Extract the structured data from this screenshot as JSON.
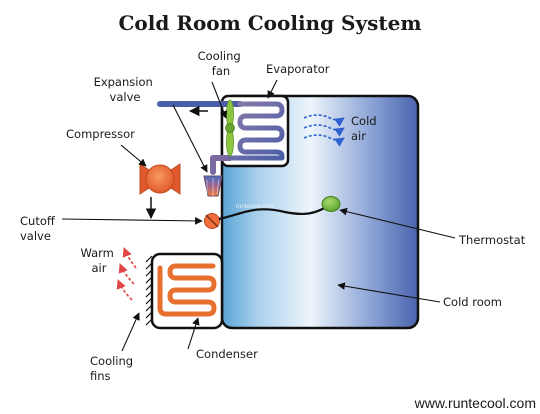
{
  "title": "Cold Room Cooling System",
  "labels": {
    "cooling_fan": [
      "Cooling",
      "fan"
    ],
    "evaporator": "Evaporator",
    "expansion_valve": [
      "Expansion",
      "valve"
    ],
    "compressor": "Compressor",
    "cold_air": [
      "Cold",
      "air"
    ],
    "cutoff_valve": [
      "Cutoff",
      "valve"
    ],
    "thermostat": "Thermostat",
    "warm_air": [
      "Warm",
      "air"
    ],
    "cold_room": "Cold room",
    "condenser": "Condenser",
    "cooling_fins": [
      "Cooling",
      "fins"
    ]
  },
  "watermark": "runtecool.com",
  "website": "www.runtecool.com",
  "colors": {
    "room_dark": "#4a63ad",
    "room_light": "#e4eff8",
    "pipe_cold": "#4b5fa8",
    "pipe_hot": "#e35b2b",
    "compressor": "#ef6e3a",
    "thermostat": "#72b944",
    "fan": "#8cc63f",
    "air_cold": "#3a6fd6",
    "air_warm": "#e24b4b"
  }
}
